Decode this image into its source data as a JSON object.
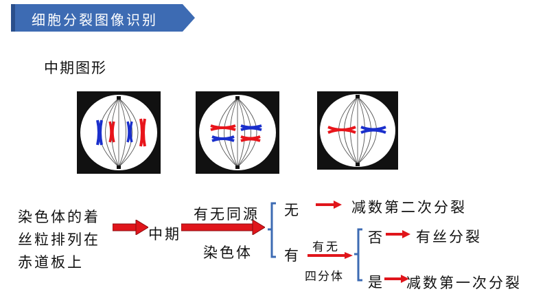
{
  "header": {
    "title": "细胞分裂图像识别"
  },
  "section_label": "中期图形",
  "diagram": {
    "condition_lines": [
      "染色体的着",
      "丝粒排列在",
      "赤道板上"
    ],
    "phase": "中期",
    "question_1_line1": "有无同源",
    "question_1_line2": "染色体",
    "branch_none": "无",
    "branch_has": "有",
    "result_meiosis_2": "减数第二次分裂",
    "question_2_top": "有无",
    "question_2_bottom": "四分体",
    "branch_no": "否",
    "branch_yes": "是",
    "result_mitosis": "有丝分裂",
    "result_meiosis_1": "减数第一次分裂"
  },
  "colors": {
    "banner": "#3d6bb3",
    "arrow": "#e0151b",
    "chrom_red": "#e8151b",
    "chrom_blue": "#1a2fcc",
    "bracket": "#3d6bb3"
  }
}
